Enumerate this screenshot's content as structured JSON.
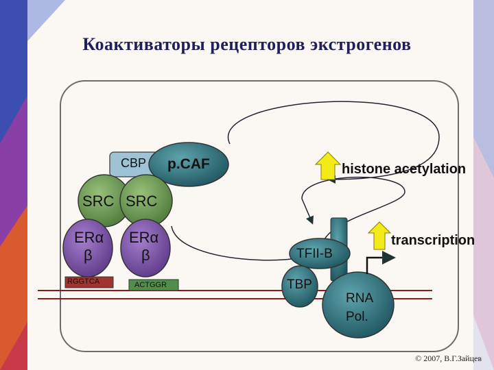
{
  "title": "Коактиваторы рецепторов экстрогенов",
  "copyright": "© 2007, В.Г.Зайцев",
  "labels": {
    "cbp": "CBP",
    "pcaf": "p.CAF",
    "histone": "histone acetylation",
    "src1": "SRC",
    "src2": "SRC",
    "er_left_top": "ERα",
    "er_left_bottom": "β",
    "er_right_top": "ERα",
    "er_right_bottom": "β",
    "dna_left": "RGGTCA",
    "dna_right": "ACTGGR",
    "tfiib": "TFII-B",
    "tbp": "TBP",
    "transcription": "transcription",
    "rna_line1": "RNA",
    "rna_line2": "Pol."
  },
  "colors": {
    "background": "#fbf8f4",
    "title": "#1f1f5a",
    "cbp_fill": "#9fc3d6",
    "src_fill": "#6f9a55",
    "er_fill": "#7e55a8",
    "teal_fill": "#2f6e78",
    "arrow_fill": "#f3ea1a",
    "dna_line": "#8b1a1a"
  },
  "icons": [
    "up-arrow-icon",
    "transcription-start-icon"
  ]
}
